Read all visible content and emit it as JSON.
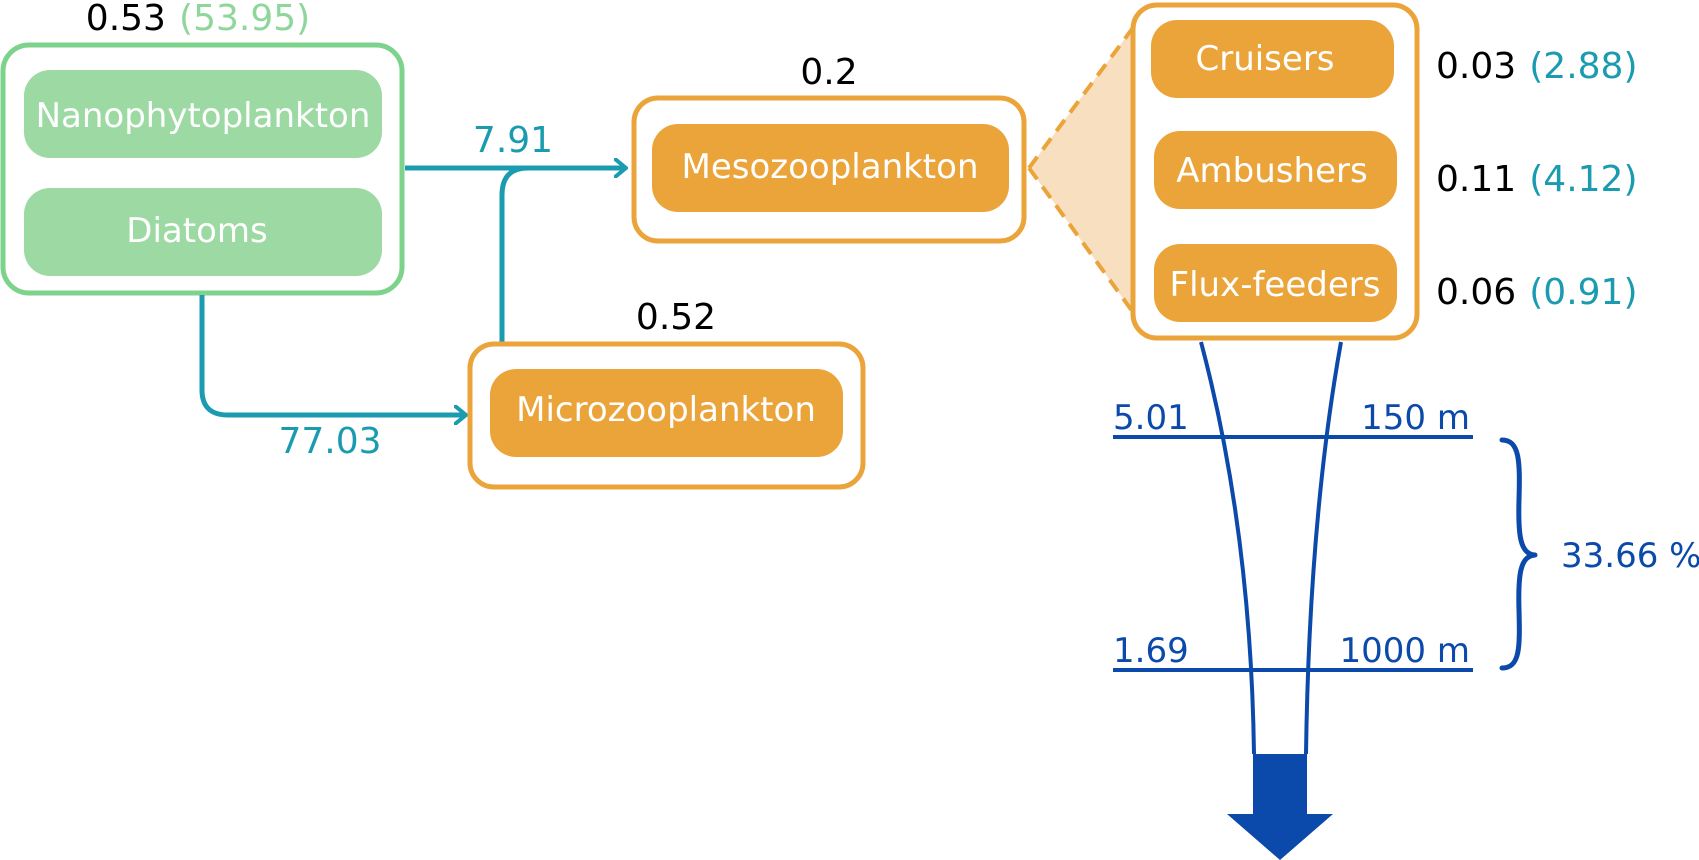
{
  "colors": {
    "phyto_green": "#7ed38c",
    "phyto_fill": "#9dd9a3",
    "zoo_orange": "#eba43a",
    "flow_teal": "#1a9bb0",
    "export_blue": "#0b49aa",
    "cone_fill": "#f8dfbf"
  },
  "phytoplankton": {
    "value": "0.53",
    "value_paren": "(53.95)",
    "groups": [
      "Nanophytoplankton",
      "Diatoms"
    ]
  },
  "mesozooplankton": {
    "label": "Mesozooplankton",
    "value": "0.2",
    "groups": [
      {
        "label": "Cruisers",
        "value": "0.03",
        "value_paren": "(2.88)"
      },
      {
        "label": "Ambushers",
        "value": "0.11",
        "value_paren": "(4.12)"
      },
      {
        "label": "Flux-feeders",
        "value": "0.06",
        "value_paren": "(0.91)"
      }
    ]
  },
  "microzooplankton": {
    "label": "Microzooplankton",
    "value": "0.52"
  },
  "flows": {
    "phyto_to_meso": "7.91",
    "phyto_to_micro": "77.03"
  },
  "export": {
    "depth_top": {
      "flux": "5.01",
      "depth": "150 m"
    },
    "depth_bottom": {
      "flux": "1.69",
      "depth": "1000 m"
    },
    "transfer_efficiency": "33.66 %"
  }
}
